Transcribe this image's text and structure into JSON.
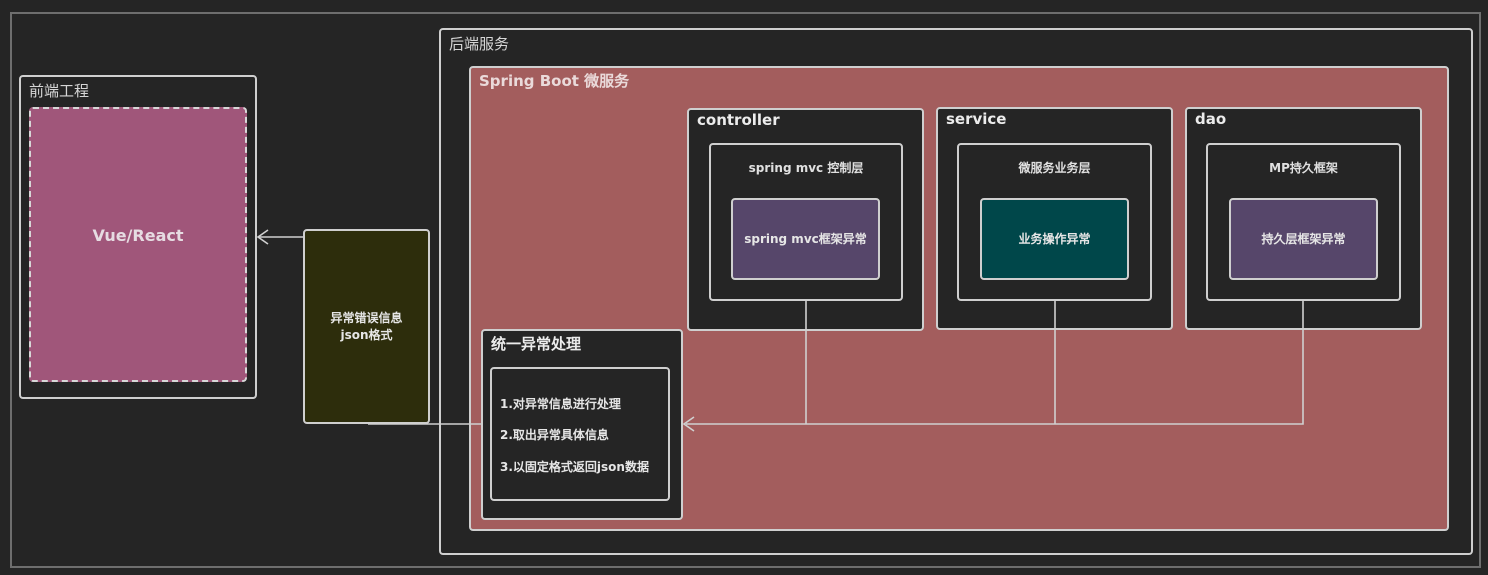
{
  "colors": {
    "background": "#252525",
    "frontend_fill": "#a0567a",
    "springboot_fill": "#a35d5d",
    "json_fill": "#2d2d0c",
    "purple_fill": "#56466a",
    "teal_fill": "#00474a",
    "stroke": "#cfcfcf"
  },
  "frontend": {
    "title": "前端工程",
    "app_label": "Vue/React"
  },
  "response": {
    "line1": "异常错误信息",
    "line2": "json格式"
  },
  "backend": {
    "title": "后端服务",
    "springboot": {
      "title": "Spring Boot 微服务",
      "layers": [
        {
          "name": "controller",
          "subtitle": "spring mvc 控制层",
          "exception": "spring mvc框架异常"
        },
        {
          "name": "service",
          "subtitle": "微服务业务层",
          "exception": "业务操作异常"
        },
        {
          "name": "dao",
          "subtitle": "MP持久框架",
          "exception": "持久层框架异常"
        }
      ],
      "handler": {
        "title": "统一异常处理",
        "steps": [
          "1.对异常信息进行处理",
          "2.取出异常具体信息",
          "3.以固定格式返回json数据"
        ]
      }
    }
  }
}
